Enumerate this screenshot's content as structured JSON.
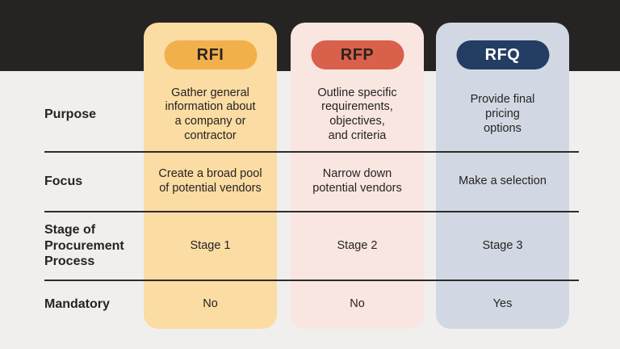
{
  "table": {
    "row_labels": [
      "Purpose",
      "Focus",
      "Stage of\nProcurement\nProcess",
      "Mandatory"
    ],
    "columns": [
      {
        "header": "RFI",
        "cells": [
          "Gather general\ninformation about\na company or\ncontractor",
          "Create a broad pool\nof potential vendors",
          "Stage 1",
          "No"
        ]
      },
      {
        "header": "RFP",
        "cells": [
          "Outline specific\nrequirements,\nobjectives,\nand criteria",
          "Narrow down\npotential vendors",
          "Stage 2",
          "No"
        ]
      },
      {
        "header": "RFQ",
        "cells": [
          "Provide final\npricing\noptions",
          "Make a selection",
          "Stage 3",
          "Yes"
        ]
      }
    ]
  },
  "colors": {
    "top_bar": "#262323",
    "background": "#f0efee",
    "text": "#262323",
    "divider": "#2e2b2b",
    "rfi_card": "#fbdca3",
    "rfi_pill": "#f2b04b",
    "rfi_pill_text": "#292523",
    "rfp_card": "#fae6e1",
    "rfp_pill": "#d9604b",
    "rfp_pill_text": "#2b2320",
    "rfq_card": "#d2d8e3",
    "rfq_pill": "#243d63",
    "rfq_pill_text": "#ffffff"
  }
}
